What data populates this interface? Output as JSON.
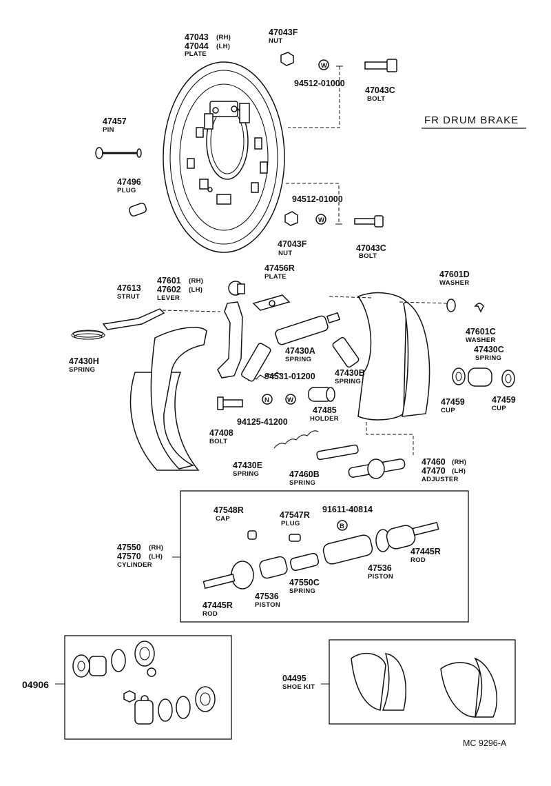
{
  "diagram_title": "FR DRUM BRAKE",
  "drawing_code": "MC 9296-A",
  "parts": {
    "plate": {
      "pn1": "47043",
      "rh": "(RH)",
      "pn2": "47044",
      "lh": "(LH)",
      "name": "PLATE"
    },
    "nut_top": {
      "pn": "47043F",
      "name": "NUT"
    },
    "washer_top": {
      "pn": "94512-01000",
      "symbol": "W"
    },
    "bolt_top": {
      "pn": "47043C",
      "name": "BOLT"
    },
    "pin": {
      "pn": "47457",
      "name": "PIN"
    },
    "plug_top": {
      "pn": "47496",
      "name": "PLUG"
    },
    "washer_mid": {
      "pn": "94512-01000",
      "symbol": "W"
    },
    "nut_mid": {
      "pn": "47043F",
      "name": "NUT"
    },
    "bolt_mid": {
      "pn": "47043C",
      "name": "BOLT"
    },
    "strut": {
      "pn": "47613",
      "name": "STRUT"
    },
    "lever": {
      "pn1": "47601",
      "rh": "(RH)",
      "pn2": "47602",
      "lh": "(LH)",
      "name": "LEVER"
    },
    "plate_small": {
      "pn": "47456R",
      "name": "PLATE"
    },
    "washer_d": {
      "pn": "47601D",
      "name": "WASHER"
    },
    "washer_c": {
      "pn": "47601C",
      "name": "WASHER"
    },
    "spring_h": {
      "pn": "47430H",
      "name": "SPRING"
    },
    "spring_a": {
      "pn": "47430A",
      "name": "SPRING"
    },
    "spring_b": {
      "pn": "47430B",
      "name": "SPRING"
    },
    "spring_c": {
      "pn": "47430C",
      "name": "SPRING"
    },
    "washer_w": {
      "pn": "94531-01200",
      "symbol": "W"
    },
    "holder": {
      "pn": "47485",
      "name": "HOLDER"
    },
    "cup_left": {
      "pn": "47459",
      "name": "CUP"
    },
    "cup_right": {
      "pn": "47459",
      "name": "CUP"
    },
    "nut_n": {
      "pn": "94125-41200",
      "symbol": "N"
    },
    "bolt_408": {
      "pn": "47408",
      "name": "BOLT"
    },
    "spring_e": {
      "pn": "47430E",
      "name": "SPRING"
    },
    "spring_460b": {
      "pn": "47460B",
      "name": "SPRING"
    },
    "adjuster": {
      "pn1": "47460",
      "rh": "(RH)",
      "pn2": "47470",
      "lh": "(LH)",
      "name": "ADJUSTER"
    },
    "cap": {
      "pn": "47548R",
      "name": "CAP"
    },
    "plug_cyl": {
      "pn": "47547R",
      "name": "PLUG"
    },
    "bolt_b": {
      "pn": "91611-40814",
      "symbol": "B"
    },
    "cylinder": {
      "pn1": "47550",
      "rh": "(RH)",
      "pn2": "47570",
      "lh": "(LH)",
      "name": "CYLINDER"
    },
    "rod_right": {
      "pn": "47445R",
      "name": "ROD"
    },
    "piston_right": {
      "pn": "47536",
      "name": "PISTON"
    },
    "spring_550c": {
      "pn": "47550C",
      "name": "SPRING"
    },
    "piston_left": {
      "pn": "47536",
      "name": "PISTON"
    },
    "rod_left": {
      "pn": "47445R",
      "name": "ROD"
    },
    "kit_cyl": {
      "pn": "04906"
    },
    "shoe_kit": {
      "pn": "04495",
      "name": "SHOE KIT"
    }
  }
}
